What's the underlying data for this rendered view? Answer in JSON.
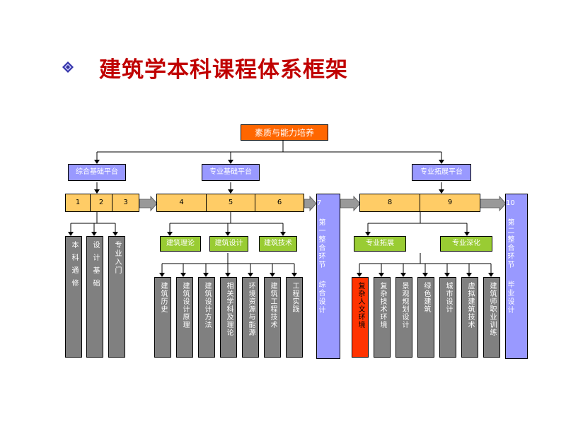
{
  "title": "建筑学本科课程体系框架",
  "root": "素质与能力培养",
  "platforms": {
    "basic": "综合基础平台",
    "professional": "专业基础平台",
    "extension": "专业拓展平台"
  },
  "numbers": {
    "n1": "1",
    "n2": "2",
    "n3": "3",
    "n4": "4",
    "n5": "5",
    "n6": "6",
    "n7": "7",
    "n8": "8",
    "n9": "9",
    "n10": "10"
  },
  "basic_courses": [
    "本科通修",
    "设计基础",
    "专业入门"
  ],
  "pro_groups": [
    "建筑理论",
    "建筑设计",
    "建筑技术"
  ],
  "pro_courses": [
    "建筑历史",
    "建筑设计原理",
    "建筑设计方法",
    "相关学科及理论",
    "环境资源与能源",
    "建筑工程技术",
    "工程实践"
  ],
  "ext_groups": [
    "专业拓展",
    "专业深化"
  ],
  "ext_courses": [
    "复杂人文环境",
    "复杂技术环境",
    "景观规划设计",
    "绿色建筑",
    "城市设计",
    "虚拟建筑技术",
    "建筑师职业训练"
  ],
  "link1": {
    "title": "第一整合环节",
    "desc": "综合设计"
  },
  "link2": {
    "title": "第二整合环节",
    "desc": "毕业设计"
  }
}
